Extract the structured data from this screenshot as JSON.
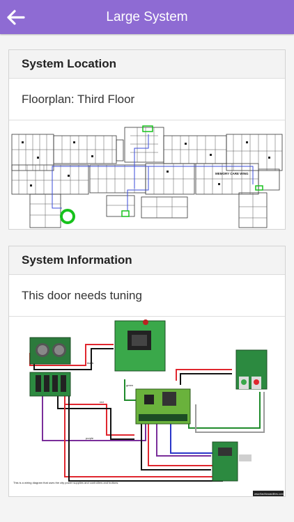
{
  "header": {
    "title": "Large System",
    "back_icon": "arrow-left-icon",
    "bg_color": "#8e6bd3"
  },
  "sections": [
    {
      "heading": "System Location",
      "text": "Floorplan: Third Floor",
      "image": "floorplan",
      "image_labels": [
        "MEMORY CARE WING"
      ]
    },
    {
      "heading": "System Information",
      "text": "This door needs tuning",
      "image": "wiring-diagram",
      "image_caption": "This is a wiring diagram that uses the city power supplies and controllers and buttons.",
      "wire_labels": [
        "black",
        "red",
        "purple",
        "green"
      ],
      "watermark": "www.flashforwardfires.com"
    }
  ]
}
